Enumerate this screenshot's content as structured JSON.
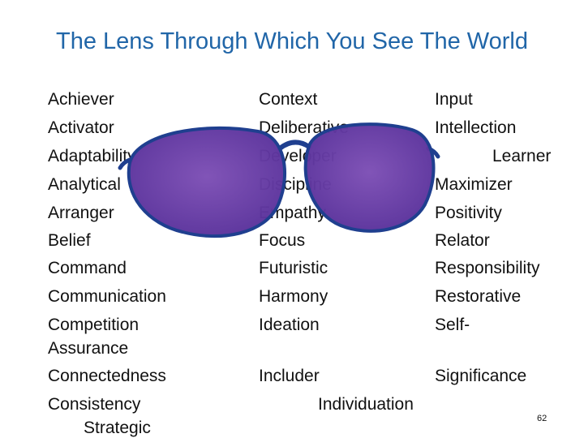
{
  "slide": {
    "title": "The Lens Through Which You See The World",
    "slide_number": "62"
  },
  "strengths": {
    "col1": [
      "Achiever",
      "Activator",
      "Adaptability",
      "Analytical",
      "Arranger",
      "Belief",
      "Command",
      "Communication",
      "Competition",
      "Assurance",
      "Connectedness",
      "Consistency",
      "Strategic"
    ],
    "col2": [
      "Context",
      "Deliberative",
      "Developer",
      "Discipline",
      "Empathy",
      "Focus",
      "Futuristic",
      "Harmony",
      "Ideation",
      "Includer",
      "Individuation"
    ],
    "col3": [
      "Input",
      "Intellection",
      "Learner",
      "Maximizer",
      "Positivity",
      "Relator",
      "Responsibility",
      "Restorative",
      "Self-",
      "Significance"
    ]
  },
  "colors": {
    "title": "#2166a8",
    "lens_fill": "#6b3fa0",
    "lens_frame": "#1f3f8f"
  }
}
